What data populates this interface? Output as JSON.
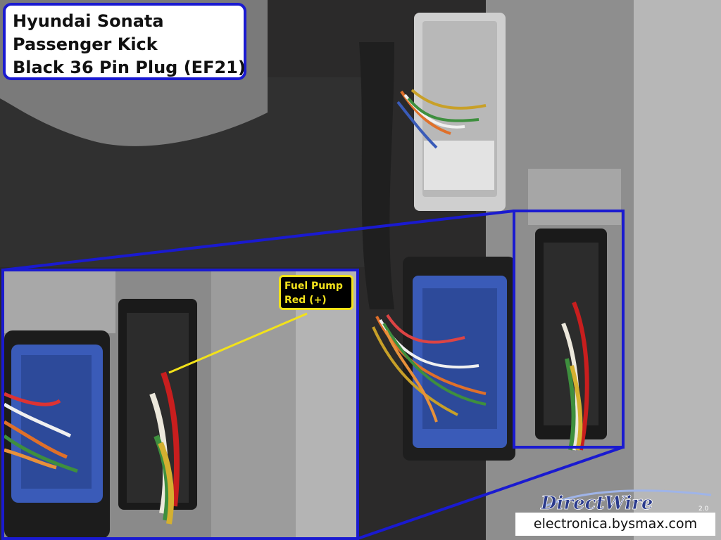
{
  "title": {
    "line1": "Hyundai Sonata",
    "line2": "Passenger Kick",
    "line3": "Black 36 Pin Plug (EF21)"
  },
  "callout": {
    "line1": "Fuel Pump",
    "line2": "Red (+)"
  },
  "watermark": {
    "site": "electronica.bysmax.com"
  },
  "logo": {
    "brand": "DirectWire",
    "version": "2.0"
  },
  "colors": {
    "frame_blue": "#1a1ad0",
    "callout_yellow": "#f2e21a",
    "connector_blue": "#3a5bb8",
    "fuel_pump_wire_red": "#c81e1e"
  }
}
